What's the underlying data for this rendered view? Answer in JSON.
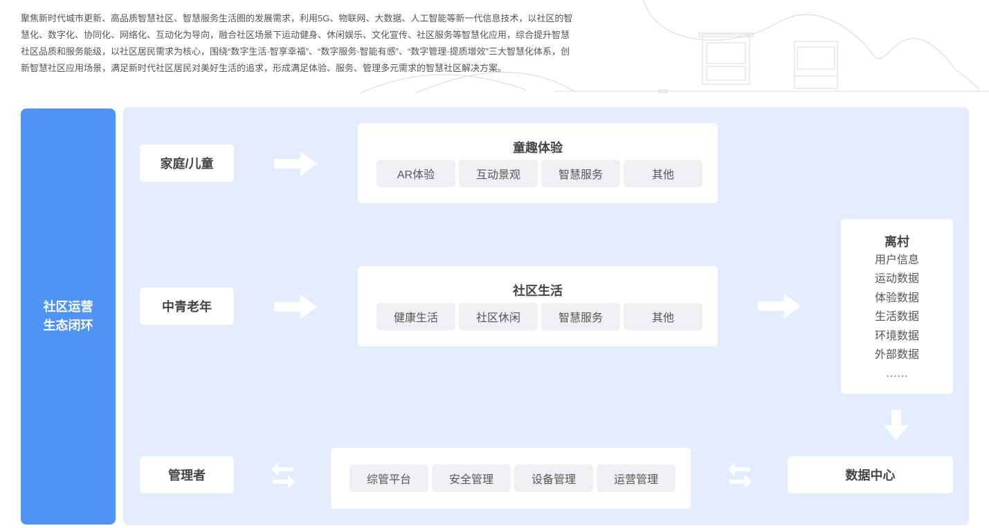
{
  "intro": {
    "text": "聚焦新时代城市更新、高品质智慧社区、智慧服务生活圈的发展需求，利用5G、物联网、大数据、人工智能等新一代信息技术，以社区的智慧化、数字化、协同化、网络化、互动化为导向，融合社区场景下运动健身、休闲娱乐、文化宣传、社区服务等智慧化应用，综合提升智慧社区品质和服务能级，以社区居民需求为核心，围绕“数字生活·智享幸福”、“数字服务·智能有感”、“数字管理·提质增效”三大智慧化体系，创新智慧社区应用场景，满足新时代社区居民对美好生活的追求，形成满足体验、服务、管理多元需求的智慧社区解决方案。"
  },
  "side": {
    "label": "社区运营\n生态闭环"
  },
  "rows": {
    "family": {
      "label": "家庭/儿童",
      "title": "童趣体验",
      "items": [
        "AR体验",
        "互动景观",
        "智慧服务",
        "其他"
      ]
    },
    "adults": {
      "label": "中青老年",
      "title": "社区生活",
      "items": [
        "健康生活",
        "社区休闲",
        "智慧服务",
        "其他"
      ]
    },
    "manager": {
      "label": "管理者",
      "items": [
        "综管平台",
        "安全管理",
        "设备管理",
        "运营管理"
      ]
    }
  },
  "data_card": {
    "title": "离村",
    "items": [
      "用户信息",
      "运动数据",
      "体验数据",
      "生活数据",
      "环境数据",
      "外部数据",
      "……"
    ]
  },
  "data_center": {
    "label": "数据中心"
  },
  "colors": {
    "accent": "#4f94f5",
    "panel": "#e3edfd",
    "pill": "#eef0f4"
  },
  "icons": [
    "arrow-right-icon",
    "arrow-down-icon",
    "bidirectional-arrow-icon"
  ]
}
